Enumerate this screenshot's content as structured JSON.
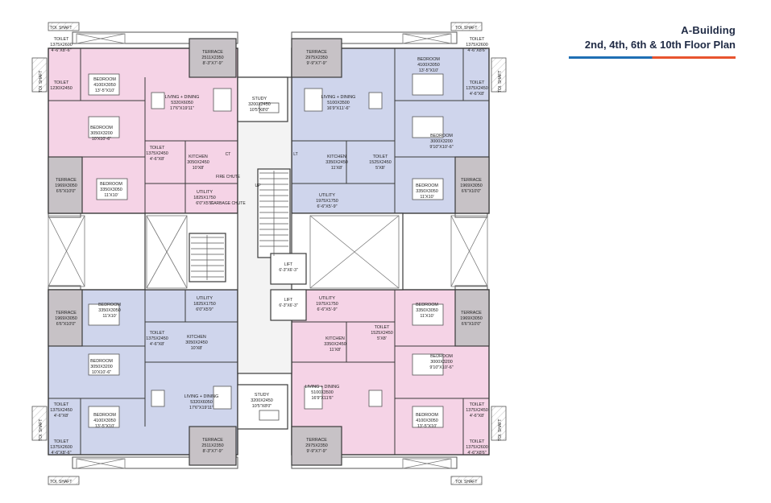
{
  "title": {
    "building": "A-Building",
    "floors": "2nd, 4th, 6th & 10th Floor Plan"
  },
  "colors": {
    "pink_unit": "#f5d3e6",
    "blue_unit": "#cfd5ec",
    "terrace": "#c7c2c6",
    "wall": "#3a3a3a",
    "core": "#f3f3f3",
    "title_blue": "#1f6fb4",
    "title_orange": "#e8542f"
  },
  "core": {
    "lift1": {
      "name": "LIFT",
      "size": "6'-3\"X6'-3\""
    },
    "lift2": {
      "name": "LIFT",
      "size": "6'-3\"X6'-3\""
    },
    "up": "UP",
    "lt": "LT",
    "ct": "CT",
    "fire_chute": "FIRE CHUTE",
    "garbage_chute": "GARBAGE CHUTE"
  },
  "shafts": {
    "toi_shaft": "TOI. SHAFT"
  },
  "units": {
    "tl": {
      "terrace_top": {
        "name": "TERRACE",
        "size": "2511X2350",
        "imp": "8'-3\"X7'-9\""
      },
      "toilet1": {
        "name": "TOILET",
        "size": "1375X2600",
        "imp": "4'-6\"X8'-6\""
      },
      "toilet2": {
        "name": "TOILET",
        "size": "1230X2450"
      },
      "bedroom1": {
        "name": "BEDROOM",
        "size": "4100X3050",
        "imp": "13'-5\"X10'"
      },
      "living": {
        "name": "LIVING + DINING",
        "size": "5320X6050",
        "imp": "17'6\"X19'11\""
      },
      "study": {
        "name": "STUDY",
        "size": "3200X2450",
        "imp": "10'5\"X8'0\""
      },
      "bedroom2": {
        "name": "BEDROOM",
        "size": "3050X3200",
        "imp": "10'X10'-6\""
      },
      "toilet3": {
        "name": "TOILET",
        "size": "1375X2450",
        "imp": "4'-6\"X8'"
      },
      "kitchen": {
        "name": "KITCHEN",
        "size": "3050X2450",
        "imp": "10'X8'"
      },
      "terrace_side": {
        "name": "TERRACE",
        "size": "1969X3050",
        "imp": "6'6\"X10'0\""
      },
      "bedroom3": {
        "name": "BEDROOM",
        "size": "3350X3050",
        "imp": "11'X10'"
      },
      "utility": {
        "name": "UTILITY",
        "size": "1825X1750",
        "imp": "6'0\"X5'9\""
      }
    },
    "tr": {
      "terrace_top": {
        "name": "TERRACE",
        "size": "2975X2350",
        "imp": "9'-9\"X7'-9\""
      },
      "toilet1": {
        "name": "TOILET",
        "size": "1375X2600",
        "imp": "4'-6\"X8'6\""
      },
      "bedroom1": {
        "name": "BEDROOM",
        "size": "4100X3050",
        "imp": "13'-5\"X10'"
      },
      "toilet2": {
        "name": "TOILET",
        "size": "1375X2450",
        "imp": "4'-6\"X8'"
      },
      "living": {
        "name": "LIVING + DINING",
        "size": "5100X3500",
        "imp": "16'9\"X11'-6\""
      },
      "bedroom2": {
        "name": "BEDROOM",
        "size": "3000X3200",
        "imp": "9'10\"X10'-6\""
      },
      "kitchen": {
        "name": "KITCHEN",
        "size": "3350X2450",
        "imp": "11'X8'"
      },
      "toilet3": {
        "name": "TOILET",
        "size": "1525X2450",
        "imp": "5'X8'"
      },
      "terrace_side": {
        "name": "TERRACE",
        "size": "1969X3050",
        "imp": "6'6\"X10'0\""
      },
      "bedroom3": {
        "name": "BEDROOM",
        "size": "3350X3050",
        "imp": "11'X10'"
      },
      "utility": {
        "name": "UTILITY",
        "size": "1975X1750",
        "imp": "6'-6\"X5'-9\""
      }
    },
    "bl": {
      "terrace_side": {
        "name": "TERRACE",
        "size": "1969X3050",
        "imp": "6'6\"X10'0\""
      },
      "bedroom1": {
        "name": "BEDROOM",
        "size": "3350X3050",
        "imp": "11'X10'"
      },
      "utility": {
        "name": "UTILITY",
        "size": "1825X1750",
        "imp": "6'0\"X5'9\""
      },
      "toilet1": {
        "name": "TOILET",
        "size": "1375X2450",
        "imp": "4'-6\"X8'"
      },
      "kitchen": {
        "name": "KITCHEN",
        "size": "3050X2450",
        "imp": "10'X8'"
      },
      "bedroom2": {
        "name": "BEDROOM",
        "size": "3050X3200",
        "imp": "10'X10'-6\""
      },
      "living": {
        "name": "LIVING + DINING",
        "size": "5320X6050",
        "imp": "17'6\"X19'11\""
      },
      "study": {
        "name": "STUDY",
        "size": "3200X2450",
        "imp": "10'5\"X8'0\""
      },
      "toilet2": {
        "name": "TOILET",
        "size": "1375X2450",
        "imp": "4'-6\"X8'"
      },
      "bedroom3": {
        "name": "BEDROOM",
        "size": "4100X3050",
        "imp": "13'-5\"X10'"
      },
      "toilet3": {
        "name": "TOILET",
        "size": "1375X2600",
        "imp": "4'-6\"X8'-6\""
      },
      "terrace_bottom": {
        "name": "TERRACE",
        "size": "2511X2350",
        "imp": "8'-3\"X7'-9\""
      }
    },
    "br": {
      "utility": {
        "name": "UTILITY",
        "size": "1975X1750",
        "imp": "6'-6\"X5'-9\""
      },
      "bedroom1": {
        "name": "BEDROOM",
        "size": "3350X3050",
        "imp": "11'X10'"
      },
      "terrace_side": {
        "name": "TERRACE",
        "size": "1969X3050",
        "imp": "6'6\"X10'0\""
      },
      "toilet1": {
        "name": "TOILET",
        "size": "1525X2450",
        "imp": "5'X8'"
      },
      "kitchen": {
        "name": "KITCHEN",
        "size": "3350X2450",
        "imp": "11'X8'"
      },
      "bedroom2": {
        "name": "BEDROOM",
        "size": "3000X3200",
        "imp": "9'10\"X10'-6\""
      },
      "living": {
        "name": "LIVING + DINING",
        "size": "5100X3500",
        "imp": "16'9\"X11'6\""
      },
      "toilet2": {
        "name": "TOILET",
        "size": "1375X2450",
        "imp": "4'-6\"X8'"
      },
      "bedroom3": {
        "name": "BEDROOM",
        "size": "4100X3050",
        "imp": "13'-5\"X10'"
      },
      "toilet3": {
        "name": "TOILET",
        "size": "1375X2600",
        "imp": "4'-6\"X8'6\""
      },
      "terrace_bottom": {
        "name": "TERRACE",
        "size": "2975X2350",
        "imp": "9'-9\"X7'-9\""
      }
    }
  }
}
